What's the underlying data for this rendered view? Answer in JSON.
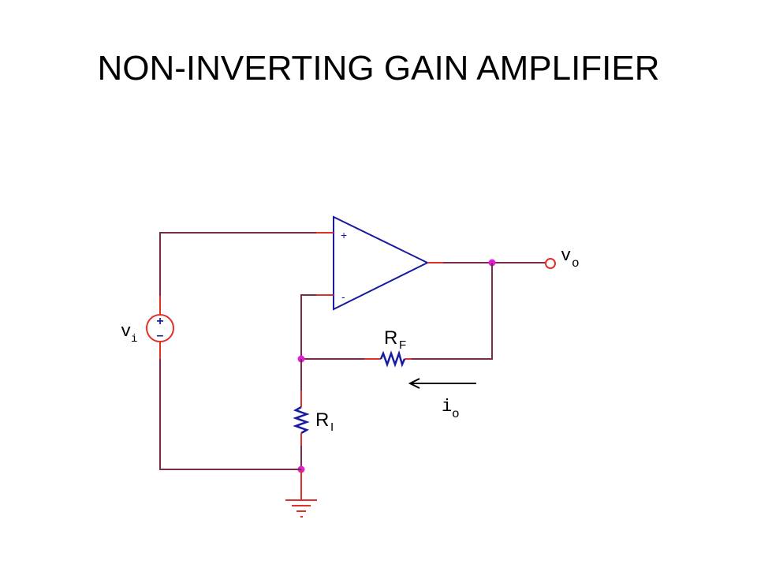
{
  "title": "NON-INVERTING GAIN AMPLIFIER",
  "opamp": {
    "plus_pin": "+",
    "minus_pin": "-"
  },
  "source": {
    "label_main": "v",
    "label_sub": "i",
    "plus": "+",
    "minus": "–"
  },
  "output": {
    "label_main": "v",
    "label_sub": "o"
  },
  "feedback_resistor": {
    "label_main": "R",
    "label_sub": "F"
  },
  "input_resistor": {
    "label_main": "R",
    "label_sub": "I"
  },
  "current": {
    "label_main": "i",
    "label_sub": "o"
  },
  "colors": {
    "wire": "#7a2a4a",
    "lead": "#e0302a",
    "component": "#1a1aa0",
    "node": "#e020d8"
  }
}
